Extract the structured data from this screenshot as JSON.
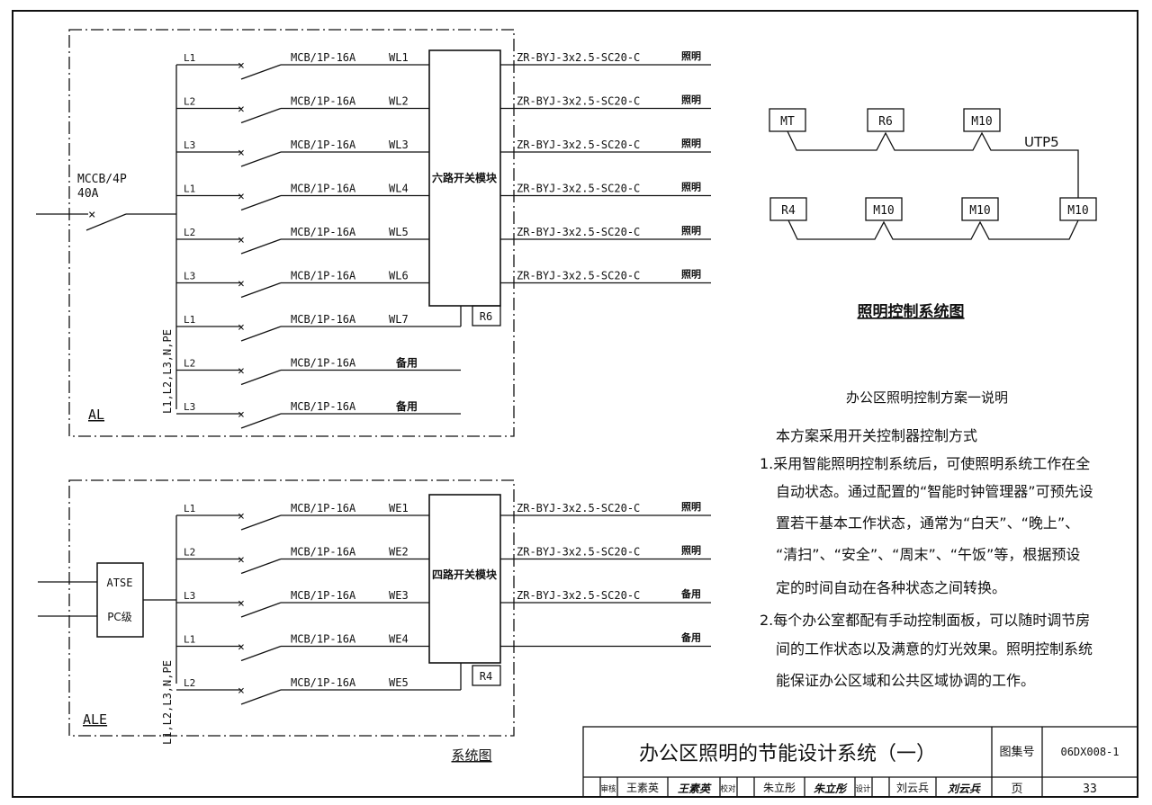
{
  "al_panel": {
    "label": "AL",
    "main_breaker": [
      "MCCB/4P",
      "40A"
    ],
    "bus_label": "L1,L2,L3,N,PE",
    "module_name": "六路开关模块",
    "module_tag": "R6",
    "circuits": [
      {
        "phase": "L1",
        "breaker": "MCB/1P-16A",
        "id": "WL1",
        "cable": "ZR-BYJ-3x2.5-SC20-C",
        "use": "照明"
      },
      {
        "phase": "L2",
        "breaker": "MCB/1P-16A",
        "id": "WL2",
        "cable": "ZR-BYJ-3x2.5-SC20-C",
        "use": "照明"
      },
      {
        "phase": "L3",
        "breaker": "MCB/1P-16A",
        "id": "WL3",
        "cable": "ZR-BYJ-3x2.5-SC20-C",
        "use": "照明"
      },
      {
        "phase": "L1",
        "breaker": "MCB/1P-16A",
        "id": "WL4",
        "cable": "ZR-BYJ-3x2.5-SC20-C",
        "use": "照明"
      },
      {
        "phase": "L2",
        "breaker": "MCB/1P-16A",
        "id": "WL5",
        "cable": "ZR-BYJ-3x2.5-SC20-C",
        "use": "照明"
      },
      {
        "phase": "L3",
        "breaker": "MCB/1P-16A",
        "id": "WL6",
        "cable": "ZR-BYJ-3x2.5-SC20-C",
        "use": "照明"
      },
      {
        "phase": "L1",
        "breaker": "MCB/1P-16A",
        "id": "WL7",
        "cable": "",
        "use": ""
      },
      {
        "phase": "L2",
        "breaker": "MCB/1P-16A",
        "id": "备用",
        "cable": "",
        "use": ""
      },
      {
        "phase": "L3",
        "breaker": "MCB/1P-16A",
        "id": "备用",
        "cable": "",
        "use": ""
      }
    ]
  },
  "ale_panel": {
    "label": "ALE",
    "atse_label": "ATSE",
    "atse_class": "PC级",
    "bus_label": "L1,L2,L3,N,PE",
    "module_name": "四路开关模块",
    "module_tag": "R4",
    "circuits": [
      {
        "phase": "L1",
        "breaker": "MCB/1P-16A",
        "id": "WE1",
        "cable": "ZR-BYJ-3x2.5-SC20-C",
        "use": "照明"
      },
      {
        "phase": "L2",
        "breaker": "MCB/1P-16A",
        "id": "WE2",
        "cable": "ZR-BYJ-3x2.5-SC20-C",
        "use": "照明"
      },
      {
        "phase": "L3",
        "breaker": "MCB/1P-16A",
        "id": "WE3",
        "cable": "ZR-BYJ-3x2.5-SC20-C",
        "use": "备用"
      },
      {
        "phase": "L1",
        "breaker": "MCB/1P-16A",
        "id": "WE4",
        "cable": "",
        "use": "备用"
      },
      {
        "phase": "L2",
        "breaker": "MCB/1P-16A",
        "id": "WE5",
        "cable": "",
        "use": ""
      }
    ]
  },
  "system_label": "系统图",
  "control": {
    "title": "照明控制系统图",
    "link_label": "UTP5",
    "row1": [
      "MT",
      "R6",
      "M10",
      "M10"
    ],
    "row2": [
      "R4",
      "M10",
      "M10"
    ]
  },
  "notes": {
    "heading": "办公区照明控制方案一说明",
    "lines": [
      "本方案采用开关控制器控制方式",
      "1.采用智能照明控制系统后，可使照明系统工作在全",
      "自动状态。通过配置的“智能时钟管理器”可预先设",
      "置若干基本工作状态，通常为“白天”、“晚上”、",
      "“清扫”、“安全”、“周末”、“午饭”等，根据预设",
      "定的时间自动在各种状态之间转换。",
      "2.每个办公室都配有手动控制面板，可以随时调节房",
      "间的工作状态以及满意的灯光效果。照明控制系统",
      "能保证办公区域和公共区域协调的工作。"
    ]
  },
  "title_block": {
    "title": "办公区照明的节能设计系统（一）",
    "atlas_label": "图集号",
    "atlas_no": "06DX008-1",
    "page_label": "页",
    "page_no": "33",
    "review_label": "审核",
    "reviewer": "王素英",
    "review_sig": "王素英",
    "check_label": "校对",
    "checker": "朱立彤",
    "check_sig": "朱立彤",
    "design_label": "设计",
    "designer": "刘云兵",
    "design_sig": "刘云兵"
  }
}
